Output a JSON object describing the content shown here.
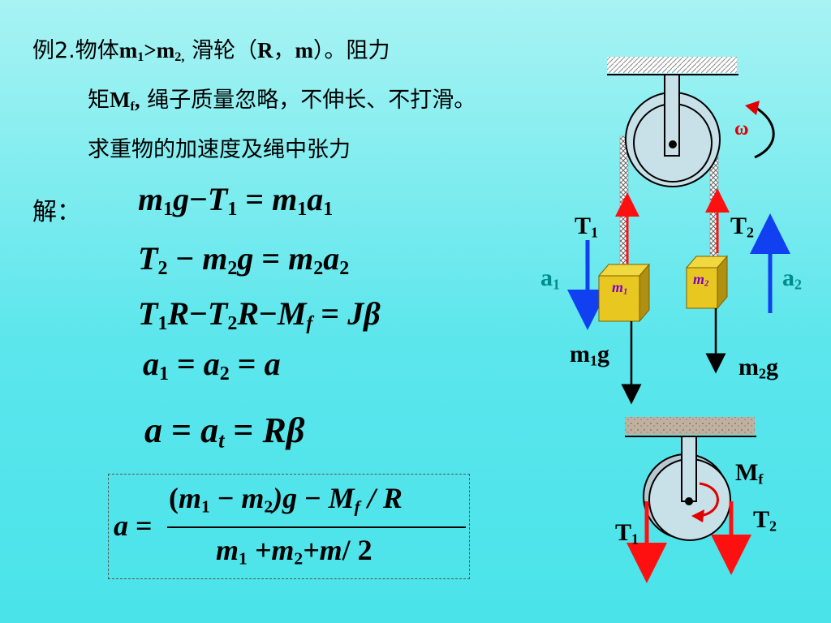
{
  "problem": {
    "line1_prefix": "例2.",
    "line1_text_a": "物体",
    "line1_m1": "m",
    "line1_m1_sub": "1",
    "line1_gt": ">m",
    "line1_m2_sub": "2,",
    "line1_text_b": "滑轮（",
    "line1_R": "R",
    "line1_comma": "，",
    "line1_m": "m",
    "line1_text_c": "）。阻力",
    "line2_text_a": "矩",
    "line2_M": "M",
    "line2_M_sub": "f",
    "line2_comma": ",",
    "line2_text_b": "绳子质量忽略，不伸长、不打滑。",
    "line3_text": "求重物的加速度及绳中张力"
  },
  "solution_label": "解：",
  "equations": {
    "eq1": {
      "a": "m",
      "s1": "1",
      "b": "g",
      "op1": "−",
      "c": "T",
      "s2": "1",
      "op2": "=",
      "d": "m",
      "s3": "1",
      "e": "a",
      "s4": "1"
    },
    "eq2": {
      "a": "T",
      "s1": "2",
      "op1": "−",
      "b": "m",
      "s2": "2",
      "c": "g",
      "op2": "=",
      "d": "m",
      "s3": "2",
      "e": "a",
      "s4": "2"
    },
    "eq3": {
      "a": "T",
      "s1": "1",
      "b": "R",
      "op1": "−",
      "c": "T",
      "s2": "2",
      "d": "R",
      "op2": "−",
      "e": "M",
      "s3": "f",
      "op3": "=",
      "f": "Jβ"
    },
    "eq4": {
      "a": "a",
      "s1": "1",
      "op1": "=",
      "b": "a",
      "s2": "2",
      "op2": "=",
      "c": "a"
    },
    "eq5": {
      "a": "a",
      "op1": "=",
      "b": "a",
      "s1": "t",
      "op2": "=",
      "c": "Rβ"
    }
  },
  "result": {
    "lhs": "a",
    "eq": "=",
    "numerator": {
      "open": "(",
      "m": "m",
      "s1": "1",
      "minus": "−",
      "m2": "m",
      "s2": "2",
      "close": ")g",
      "minus2": "−",
      "M": "M",
      "sf": "f",
      "slash": "/ R"
    },
    "denominator": {
      "m": "m",
      "s1": "1",
      "plus": "+m",
      "s2": "2",
      "plus2": "+m",
      "div": "/ 2"
    }
  },
  "diagram": {
    "omega": "ω",
    "T1": "T",
    "T1_sub": "1",
    "T2": "T",
    "T2_sub": "2",
    "a1": "a",
    "a1_sub": "1",
    "a2": "a",
    "a2_sub": "2",
    "m1_block": "m",
    "m1_block_sub": "1",
    "m2_block": "m",
    "m2_block_sub": "2",
    "m1g": "m",
    "m1g_sub": "1",
    "m1g_g": "g",
    "m2g": "m",
    "m2g_sub": "2",
    "m2g_g": "g",
    "Mf": "M",
    "Mf_sub": "f",
    "T1b": "T",
    "T1b_sub": "1",
    "T2b": "T",
    "T2b_sub": "2"
  },
  "colors": {
    "arrow_red": "#ff1010",
    "arrow_blue": "#1040f0",
    "accel_teal": "#008c8c",
    "block_yellow": "#e8c820",
    "block_label": "#8000c0",
    "omega_red": "#e00000",
    "pulley_fill": "#c8e0e8"
  }
}
